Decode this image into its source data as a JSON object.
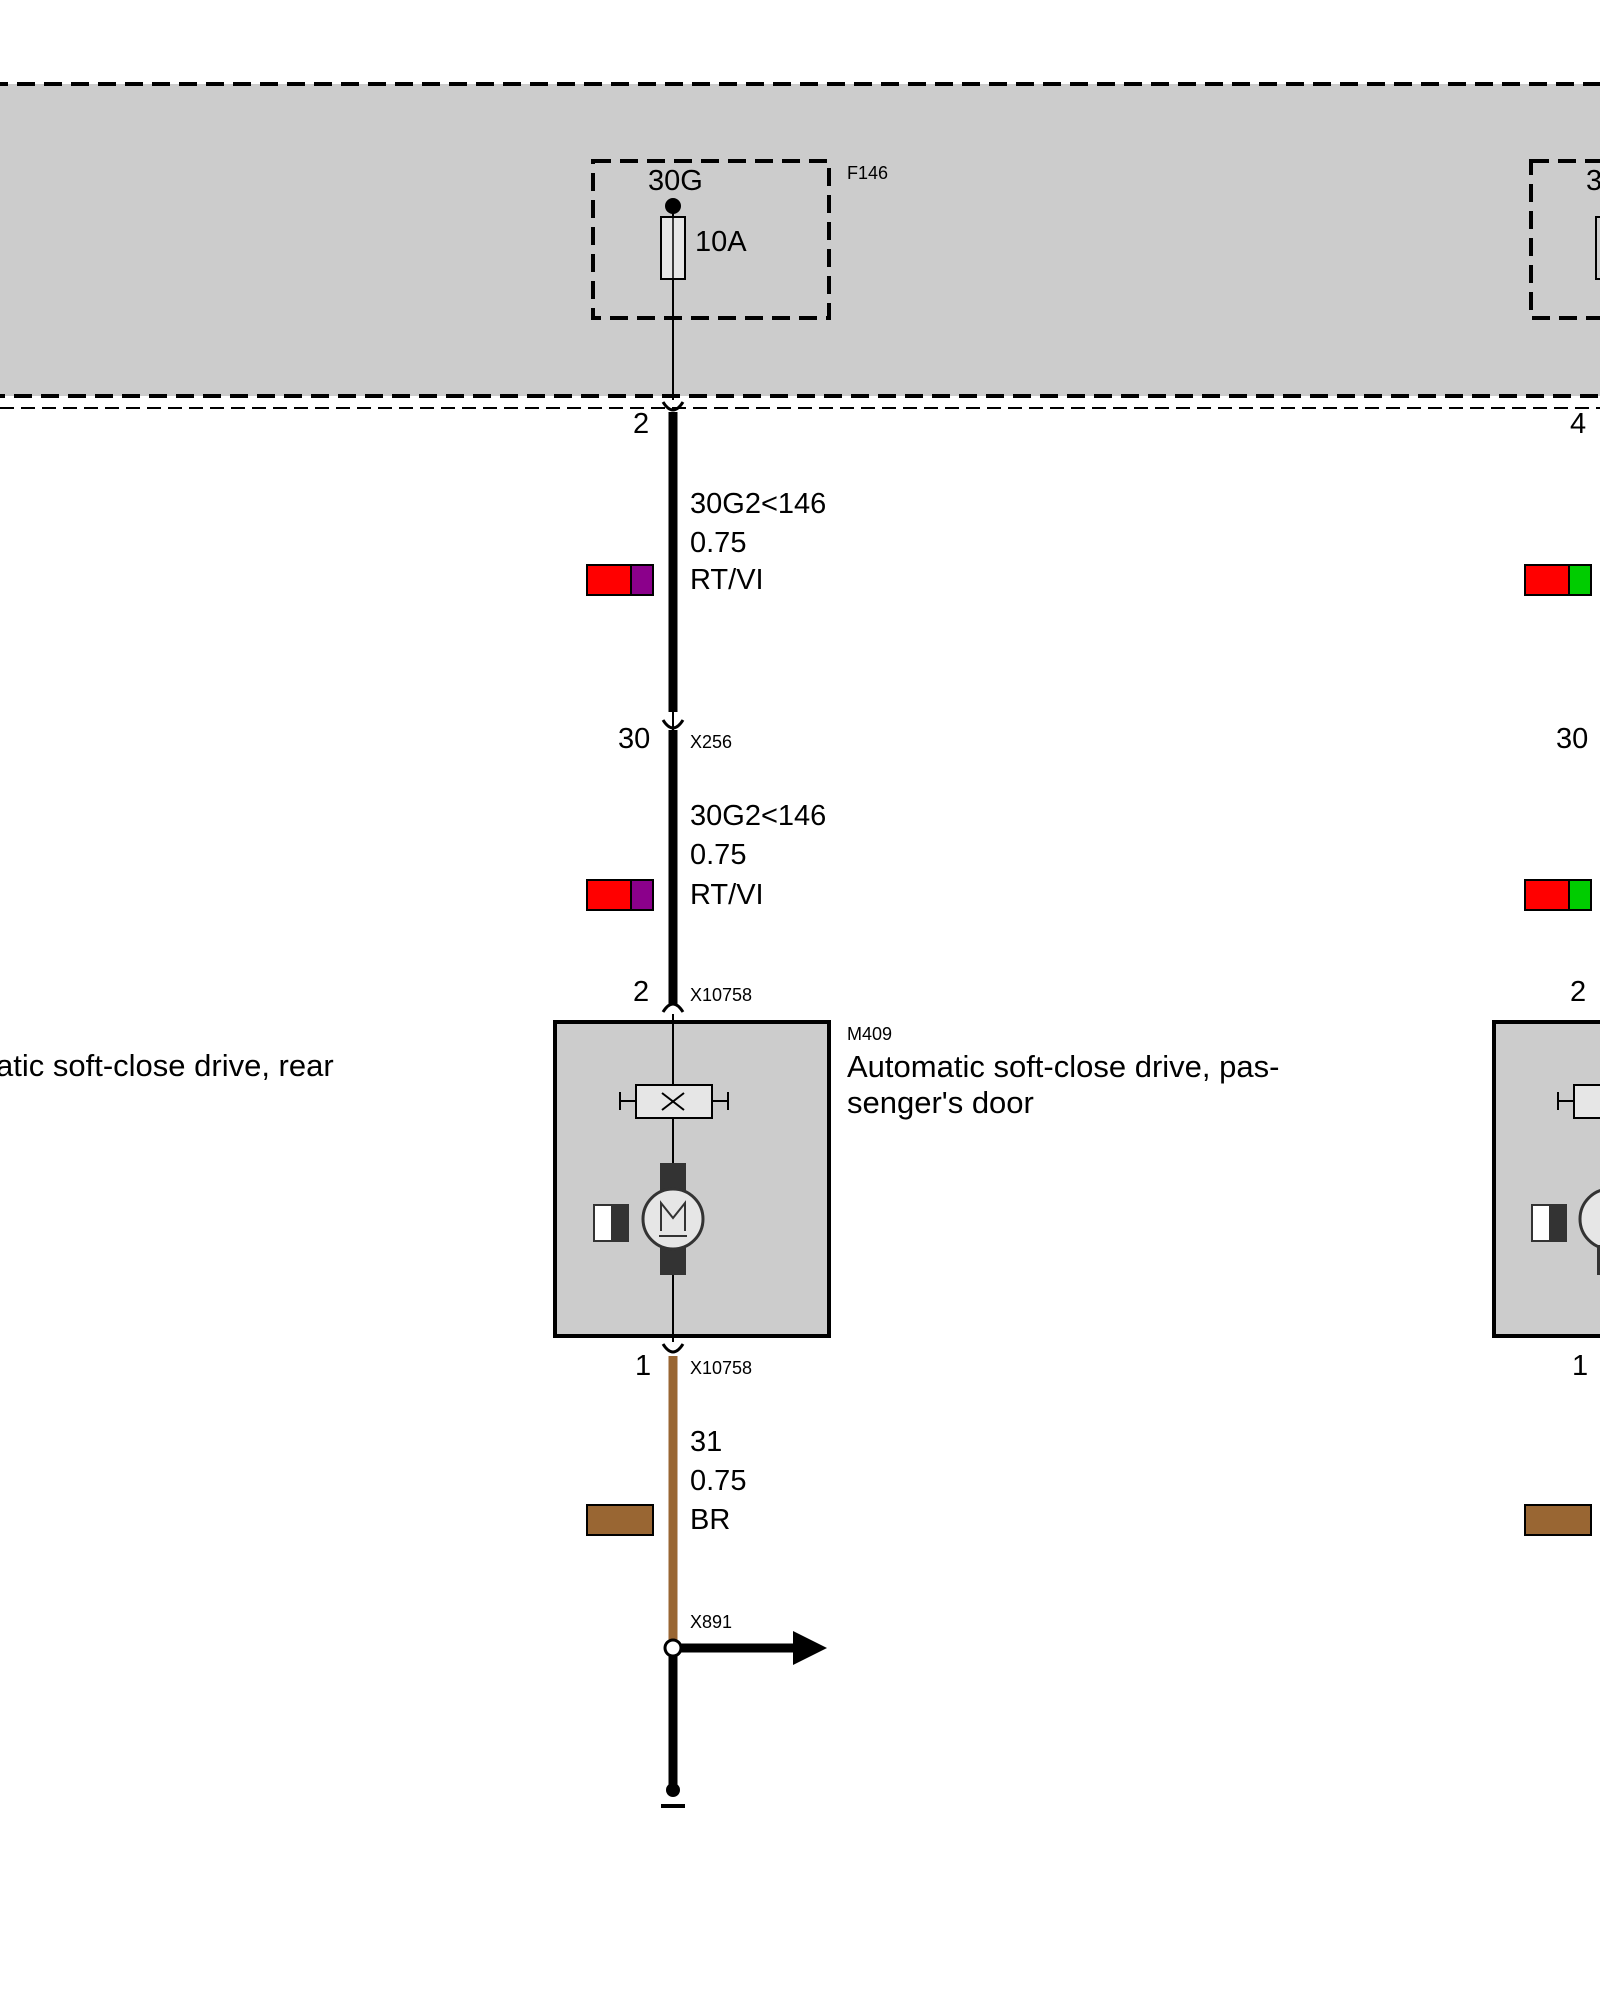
{
  "fuse": {
    "terminal": "30G",
    "rating": "10A",
    "id": "F146",
    "partial_right_label": "3"
  },
  "left_partial_description": "atic soft-close drive, rear",
  "main_circuit": {
    "pin_top": "2",
    "wire1": {
      "signal": "30G2<146",
      "cross_section": "0.75",
      "color_code": "RT/VI",
      "colors": [
        "#ff0000",
        "#8b008b"
      ]
    },
    "pin_mid": "30",
    "connector_mid": "X256",
    "wire2": {
      "signal": "30G2<146",
      "cross_section": "0.75",
      "color_code": "RT/VI",
      "colors": [
        "#ff0000",
        "#8b008b"
      ]
    },
    "pin_in": "2",
    "connector_in": "X10758",
    "component_id": "M409",
    "component_desc_line1": "Automatic soft-close drive, pas-",
    "component_desc_line2": "senger's door",
    "pin_out": "1",
    "connector_out": "X10758",
    "wire3": {
      "signal": "31",
      "cross_section": "0.75",
      "color_code": "BR",
      "colors": [
        "#996633"
      ]
    },
    "splice": "X891"
  },
  "right_circuit_partial": {
    "pin_top": "4",
    "pin_mid": "30",
    "pin_in": "2",
    "pin_out": "1",
    "wire_colors": [
      "#ff0000",
      "#00cc00"
    ],
    "ground_color": "#996633"
  },
  "colors": {
    "module_fill": "#cccccc",
    "wire_black": "#000000",
    "wire_brown": "#996633"
  }
}
